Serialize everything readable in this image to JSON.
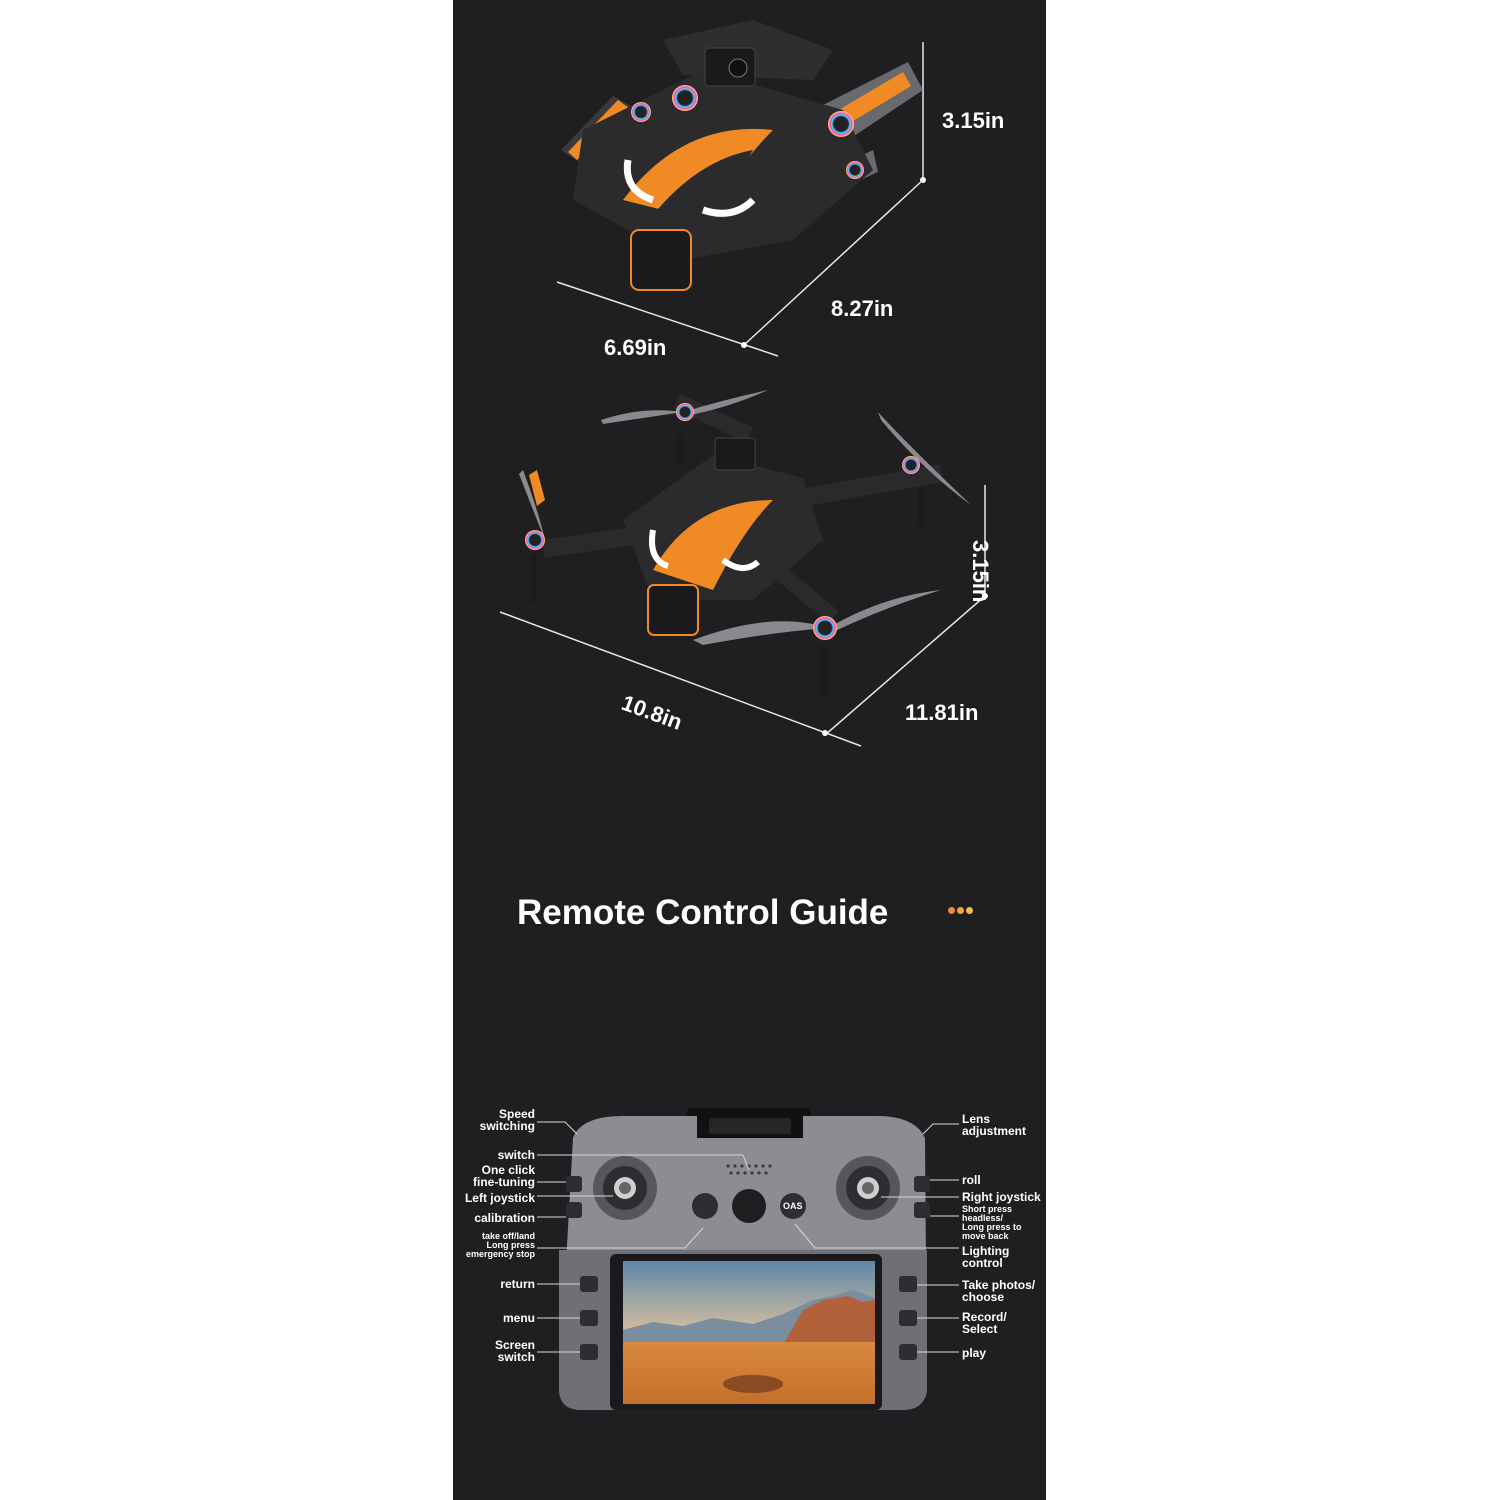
{
  "dimensions": {
    "folded": {
      "height": "3.15in",
      "length": "8.27in",
      "width": "6.69in"
    },
    "unfolded": {
      "height": "3.15in",
      "length": "10.8in",
      "width": "11.81in"
    }
  },
  "title": "Remote Control Guide",
  "accent_dots": [
    "#f28b2c",
    "#f5a33c",
    "#f5c048"
  ],
  "colors": {
    "background": "#1f1f21",
    "accent": "#f08a24",
    "controller": "#8b8d92"
  },
  "remote_labels": {
    "left": {
      "speed_switching": [
        "Speed",
        "switching"
      ],
      "switch": [
        "switch"
      ],
      "one_click_fine_tuning": [
        "One click",
        "fine-tuning"
      ],
      "left_joystick": [
        "Left joystick"
      ],
      "calibration": [
        "calibration"
      ],
      "take_off_land": [
        "take off/land",
        "Long press",
        "emergency stop"
      ],
      "return": [
        "return"
      ],
      "menu": [
        "menu"
      ],
      "screen_switch": [
        "Screen",
        "switch"
      ]
    },
    "right": {
      "lens_adjustment": [
        "Lens",
        "adjustment"
      ],
      "roll": [
        "roll"
      ],
      "right_joystick": [
        "Right joystick"
      ],
      "headless": [
        "Short press",
        "headless/",
        "Long press to",
        "move back"
      ],
      "lighting_control": [
        "Lighting",
        "control"
      ],
      "take_photos": [
        "Take photos/",
        "choose"
      ],
      "record": [
        "Record/",
        "Select"
      ],
      "play": [
        "play"
      ]
    }
  },
  "controller_buttons": {
    "oas": "OAS"
  },
  "icons": [
    "drone-folded-image",
    "drone-unfolded-image",
    "remote-controller-image",
    "desert-landscape-screen"
  ]
}
